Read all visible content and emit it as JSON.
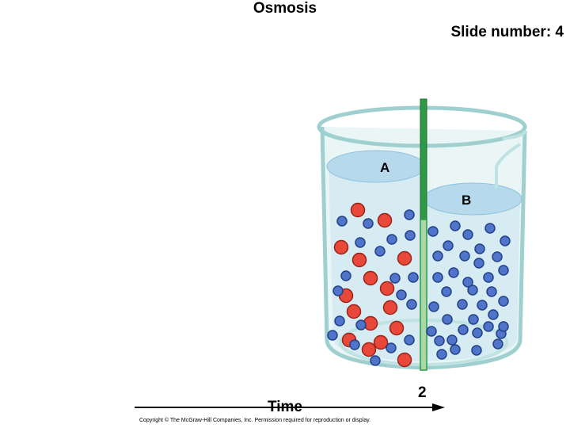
{
  "slide": {
    "title": "Osmosis",
    "slide_number": "Slide number: 4",
    "time_label": "Time",
    "step": "2",
    "copyright": "Copyright © The McGraw-Hill Companies, Inc. Permission required for reproduction or display."
  },
  "beaker": {
    "label_a": "A",
    "label_b": "B",
    "side_a_level": "higher",
    "side_b_level": "lower"
  },
  "colors": {
    "solute_red": "#e8483a",
    "water_blue": "#4f74c9",
    "membrane_green": "#2f9a45",
    "liquid": "#d6ebf2",
    "glass": "#9fd0cf"
  },
  "molecules": {
    "side_a_red": 16,
    "side_a_blue": 20,
    "side_b_blue": 38
  }
}
